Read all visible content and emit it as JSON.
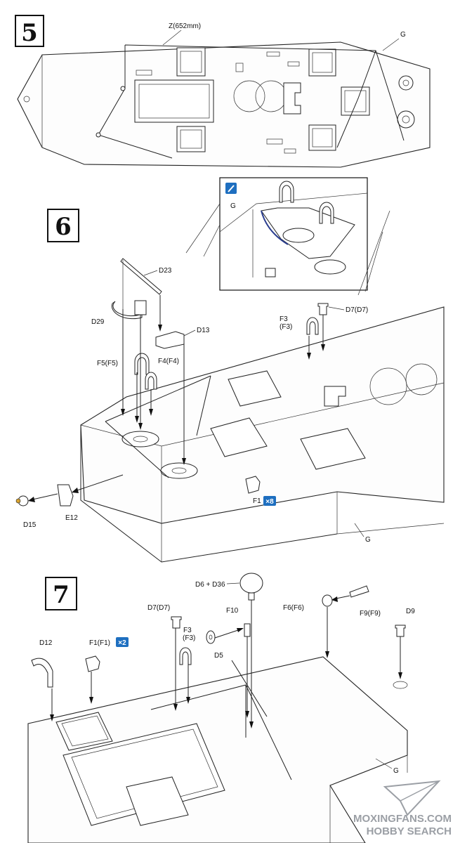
{
  "steps": [
    {
      "number": "5"
    },
    {
      "number": "6"
    },
    {
      "number": "7"
    }
  ],
  "step5": {
    "wire_label": "Z(652mm)",
    "hull_label": "G"
  },
  "step6": {
    "inset_hull_label": "G",
    "labels": {
      "d23": "D23",
      "d29": "D29",
      "d13": "D13",
      "f5": "F5(F5)",
      "f4": "F4(F4)",
      "f3": "F3",
      "f3b": "(F3)",
      "d7": "D7(D7)",
      "d15": "D15",
      "e12": "E12",
      "f1": "F1",
      "g": "G"
    },
    "f1_multiplier": "×8"
  },
  "step7": {
    "labels": {
      "d6": "D6 + D36",
      "d7": "D7(D7)",
      "f10": "F10",
      "f6": "F6(F6)",
      "f9": "F9(F9)",
      "d9": "D9",
      "d12": "D12",
      "f1": "F1(F1)",
      "f3": "F3",
      "f3b": "(F3)",
      "d5": "D5",
      "g": "G"
    },
    "f1_multiplier": "×2"
  },
  "watermark": {
    "line1": "MOXINGFANS.COM",
    "line2": "HOBBY SEARCH"
  },
  "colors": {
    "badge": "#1e6fc0",
    "wire": "#2a3d8f"
  }
}
